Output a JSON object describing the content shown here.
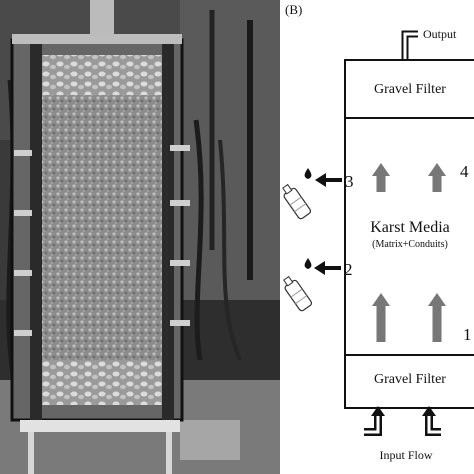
{
  "panel_label": "(B)",
  "output_label": "Output",
  "input_label": "Input Flow",
  "top_filter_label": "Gravel Filter",
  "bottom_filter_label": "Gravel Filter",
  "media_label": "Karst Media",
  "media_sublabel": "(Matrix+Conduits)",
  "port_left_upper": "3",
  "port_left_lower": "2",
  "port_right_upper": "4",
  "port_right_lower": "1"
}
